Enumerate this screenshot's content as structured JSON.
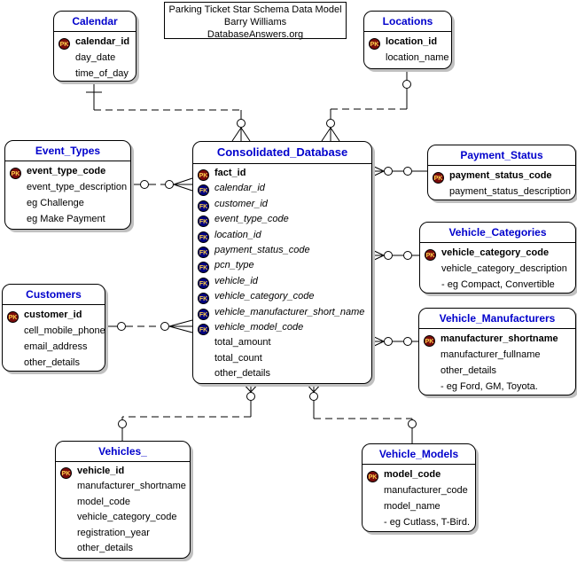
{
  "note": {
    "line1": "Parking Ticket Star Schema Data Model",
    "line2": "Barry Williams",
    "line3": "DatabaseAnswers.org"
  },
  "colors": {
    "entity_title": "#0000cc",
    "pk_badge": "#7a0b0b",
    "fk_badge": "#00007e",
    "badge_text": "#ffd24d",
    "line": "#000000",
    "shadow": "#c0c0c0"
  },
  "entities": [
    {
      "title": "Calendar",
      "attributes": [
        {
          "icon": "PK",
          "label": "calendar_id",
          "emphasis": "pk"
        },
        {
          "icon": null,
          "label": "day_date",
          "emphasis": "plain"
        },
        {
          "icon": null,
          "label": "time_of_day",
          "emphasis": "plain"
        }
      ]
    },
    {
      "title": "Locations",
      "attributes": [
        {
          "icon": "PK",
          "label": "location_id",
          "emphasis": "pk"
        },
        {
          "icon": null,
          "label": "location_name",
          "emphasis": "plain"
        }
      ]
    },
    {
      "title": "Event_Types",
      "attributes": [
        {
          "icon": "PK",
          "label": "event_type_code",
          "emphasis": "pk"
        },
        {
          "icon": null,
          "label": "event_type_description",
          "emphasis": "plain"
        },
        {
          "icon": null,
          "label": "eg Challenge",
          "emphasis": "plain"
        },
        {
          "icon": null,
          "label": "eg Make Payment",
          "emphasis": "plain"
        }
      ]
    },
    {
      "title": "Customers",
      "attributes": [
        {
          "icon": "PK",
          "label": "customer_id",
          "emphasis": "pk"
        },
        {
          "icon": null,
          "label": "cell_mobile_phone",
          "emphasis": "plain"
        },
        {
          "icon": null,
          "label": "email_address",
          "emphasis": "plain"
        },
        {
          "icon": null,
          "label": "other_details",
          "emphasis": "plain"
        }
      ]
    },
    {
      "title": "Consolidated_Database",
      "attributes": [
        {
          "icon": "PK",
          "label": "fact_id",
          "emphasis": "pk"
        },
        {
          "icon": "FK",
          "label": "calendar_id",
          "emphasis": "fk"
        },
        {
          "icon": "FK",
          "label": "customer_id",
          "emphasis": "fk"
        },
        {
          "icon": "FK",
          "label": "event_type_code",
          "emphasis": "fk"
        },
        {
          "icon": "FK",
          "label": "location_id",
          "emphasis": "fk"
        },
        {
          "icon": "FK",
          "label": "payment_status_code",
          "emphasis": "fk"
        },
        {
          "icon": "FK",
          "label": "pcn_type",
          "emphasis": "fk"
        },
        {
          "icon": "FK",
          "label": "vehicle_id",
          "emphasis": "fk"
        },
        {
          "icon": "FK",
          "label": "vehicle_category_code",
          "emphasis": "fk"
        },
        {
          "icon": "FK",
          "label": "vehicle_manufacturer_short_name",
          "emphasis": "fk"
        },
        {
          "icon": "FK",
          "label": "vehicle_model_code",
          "emphasis": "fk"
        },
        {
          "icon": null,
          "label": "total_amount",
          "emphasis": "plain"
        },
        {
          "icon": null,
          "label": "total_count",
          "emphasis": "plain"
        },
        {
          "icon": null,
          "label": "other_details",
          "emphasis": "plain"
        }
      ]
    },
    {
      "title": "Payment_Status",
      "attributes": [
        {
          "icon": "PK",
          "label": "payment_status_code",
          "emphasis": "pk"
        },
        {
          "icon": null,
          "label": "payment_status_description",
          "emphasis": "plain"
        }
      ]
    },
    {
      "title": "Vehicle_Categories",
      "attributes": [
        {
          "icon": "PK",
          "label": "vehicle_category_code",
          "emphasis": "pk"
        },
        {
          "icon": null,
          "label": "vehicle_category_description",
          "emphasis": "plain"
        },
        {
          "icon": null,
          "label": "- eg Compact, Convertible",
          "emphasis": "plain"
        }
      ]
    },
    {
      "title": "Vehicle_Manufacturers",
      "attributes": [
        {
          "icon": "PK",
          "label": "manufacturer_shortname",
          "emphasis": "pk"
        },
        {
          "icon": null,
          "label": "manufacturer_fullname",
          "emphasis": "plain"
        },
        {
          "icon": null,
          "label": "other_details",
          "emphasis": "plain"
        },
        {
          "icon": null,
          "label": "- eg Ford, GM, Toyota.",
          "emphasis": "plain"
        }
      ]
    },
    {
      "title": "Vehicles_",
      "attributes": [
        {
          "icon": "PK",
          "label": "vehicle_id",
          "emphasis": "pk"
        },
        {
          "icon": null,
          "label": "manufacturer_shortname",
          "emphasis": "plain"
        },
        {
          "icon": null,
          "label": "model_code",
          "emphasis": "plain"
        },
        {
          "icon": null,
          "label": "vehicle_category_code",
          "emphasis": "plain"
        },
        {
          "icon": null,
          "label": "registration_year",
          "emphasis": "plain"
        },
        {
          "icon": null,
          "label": "other_details",
          "emphasis": "plain"
        }
      ]
    },
    {
      "title": "Vehicle_Models",
      "attributes": [
        {
          "icon": "PK",
          "label": "model_code",
          "emphasis": "pk"
        },
        {
          "icon": null,
          "label": "manufacturer_code",
          "emphasis": "plain"
        },
        {
          "icon": null,
          "label": "model_name",
          "emphasis": "plain"
        },
        {
          "icon": null,
          "label": "- eg Cutlass, T-Bird.",
          "emphasis": "plain"
        }
      ]
    }
  ]
}
